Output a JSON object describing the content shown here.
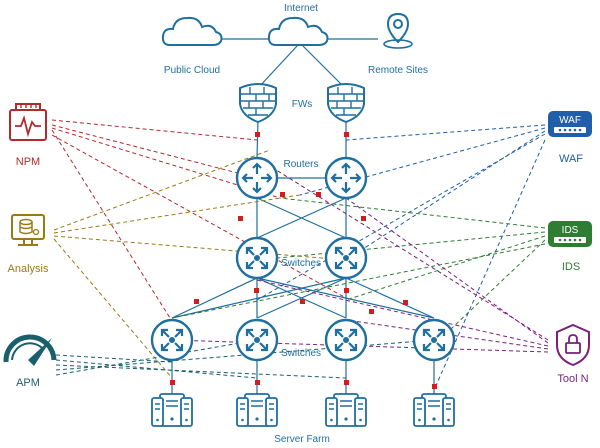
{
  "labels": {
    "internet": "Internet",
    "public_cloud": "Public Cloud",
    "remote_sites": "Remote Sites",
    "fws": "FWs",
    "routers": "Routers",
    "switches_top": "Switches",
    "switches_bottom": "Switches",
    "server_farm": "Server Farm"
  },
  "tools": {
    "npm": "NPM",
    "analysis": "Analysis",
    "apm": "APM",
    "waf": "WAF",
    "waf_badge": "WAF",
    "ids": "IDS",
    "ids_badge": "IDS",
    "tool_n": "Tool N"
  },
  "colors": {
    "network_blue": "#1f6f9f",
    "npm": "#b22a2e",
    "analysis": "#9a7a17",
    "apm": "#1a5f6e",
    "waf": "#1f5ea8",
    "ids": "#2e7d32",
    "tool_n": "#7b1f7b",
    "tap": "#cc1f1f"
  }
}
